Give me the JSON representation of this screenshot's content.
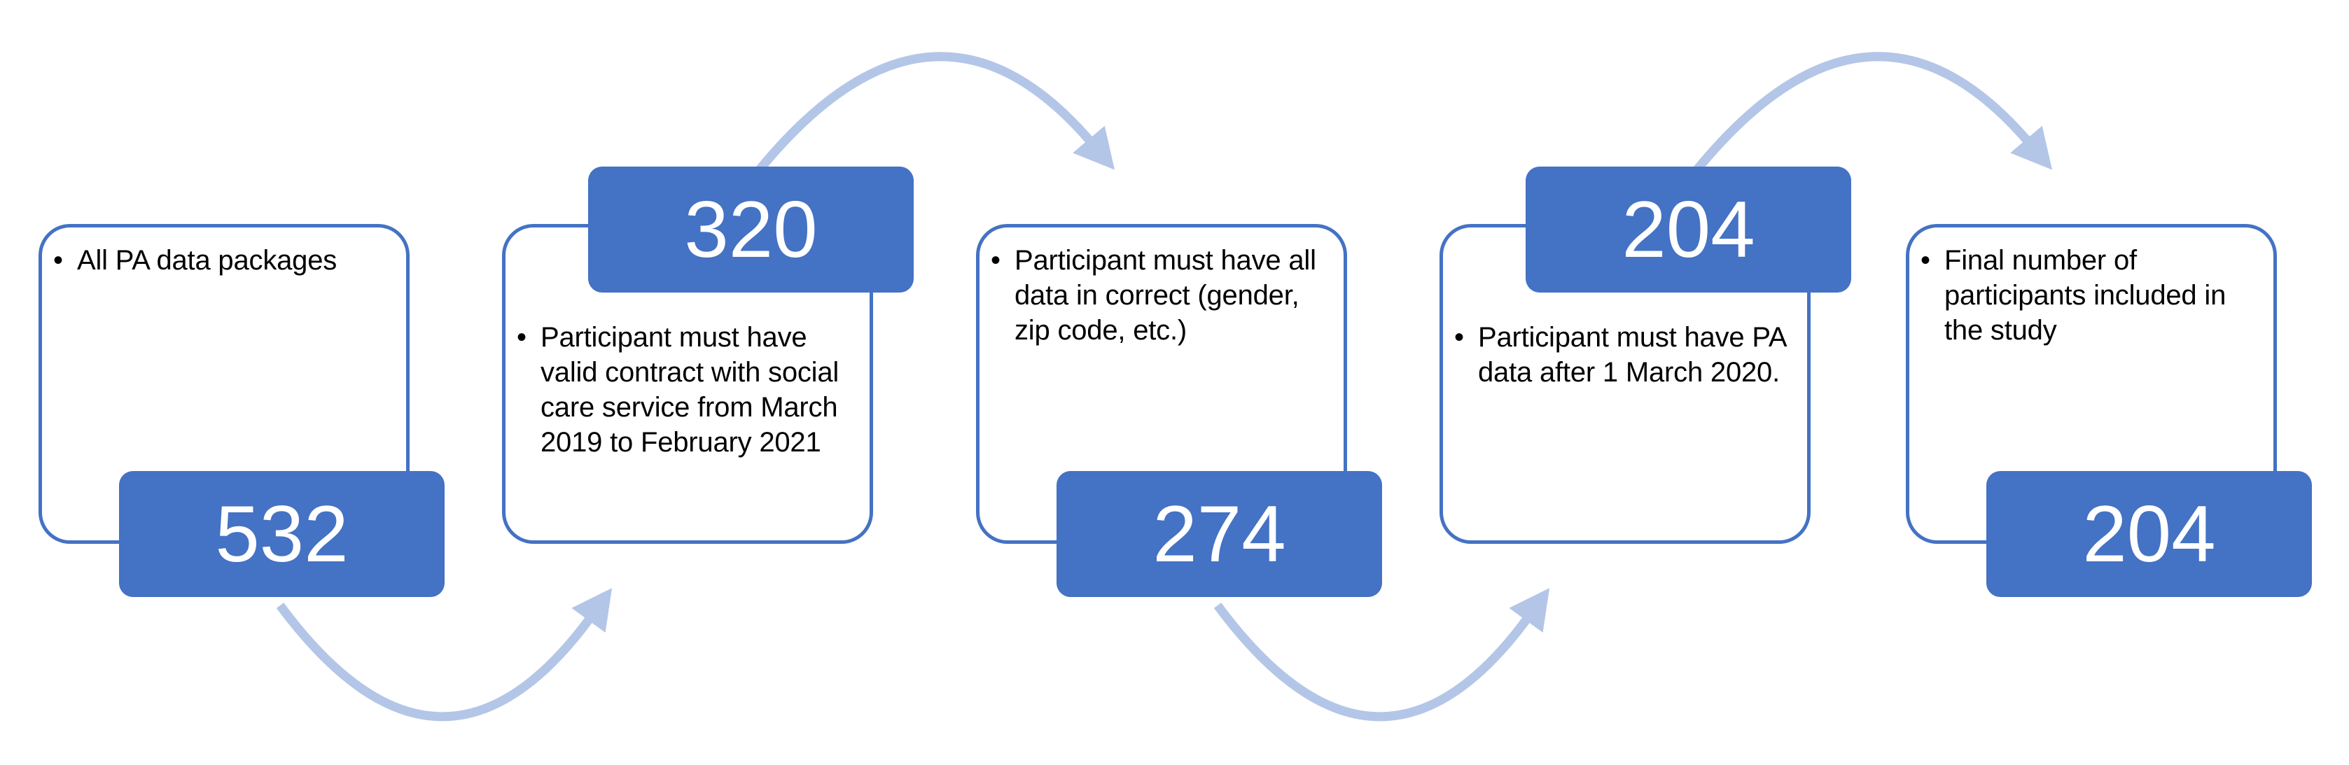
{
  "diagram": {
    "type": "process-flow",
    "bullet_char": "•",
    "colors": {
      "accent": "#4472C4",
      "arrow": "#B4C6E7",
      "number_text": "#FFFFFF",
      "description_text": "#000000"
    },
    "steps": [
      {
        "description": "All PA data packages",
        "count": "532",
        "count_position": "bottom"
      },
      {
        "description": "Participant must have valid contract with social care service from March 2019 to February 2021",
        "count": "320",
        "count_position": "top"
      },
      {
        "description": "Participant must have all data in correct (gender, zip code, etc.)",
        "count": "274",
        "count_position": "bottom"
      },
      {
        "description": "Participant must have PA data after 1 March 2020.",
        "count": "204",
        "count_position": "top"
      },
      {
        "description": "Final number of participants included in the study",
        "count": "204",
        "count_position": "bottom"
      }
    ]
  }
}
